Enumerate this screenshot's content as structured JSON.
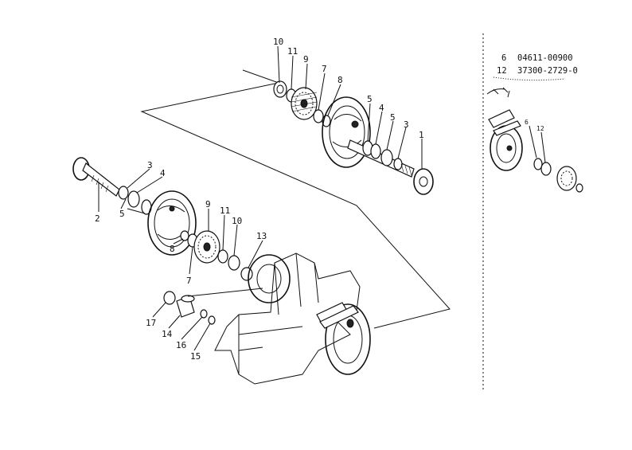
{
  "part_labels": {
    "top": [
      "10",
      "11",
      "9",
      "7",
      "8",
      "5",
      "4",
      "5",
      "3",
      "1"
    ],
    "left": [
      "3",
      "4",
      "2",
      "5",
      "9",
      "11",
      "10",
      "8",
      "7",
      "13",
      "17",
      "14",
      "16",
      "15"
    ],
    "inset": [
      "6",
      "12"
    ]
  },
  "legend": [
    {
      "ref": "6",
      "part_no": "04611-00900"
    },
    {
      "ref": "12",
      "part_no": "37300-2729-0"
    }
  ]
}
